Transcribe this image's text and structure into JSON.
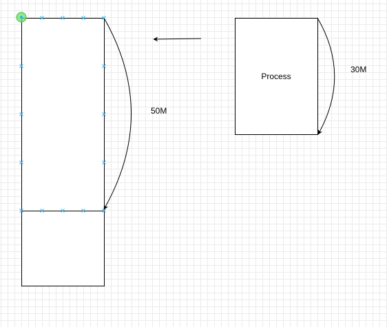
{
  "diagram": {
    "process_label": "Process",
    "edge_50_label": "50M",
    "edge_30_label": "30M"
  },
  "colors": {
    "grid": "#ebebeb",
    "stroke": "#000000",
    "selection_handle": "#29b6f2",
    "anchor_highlight": "#6ee06b"
  }
}
